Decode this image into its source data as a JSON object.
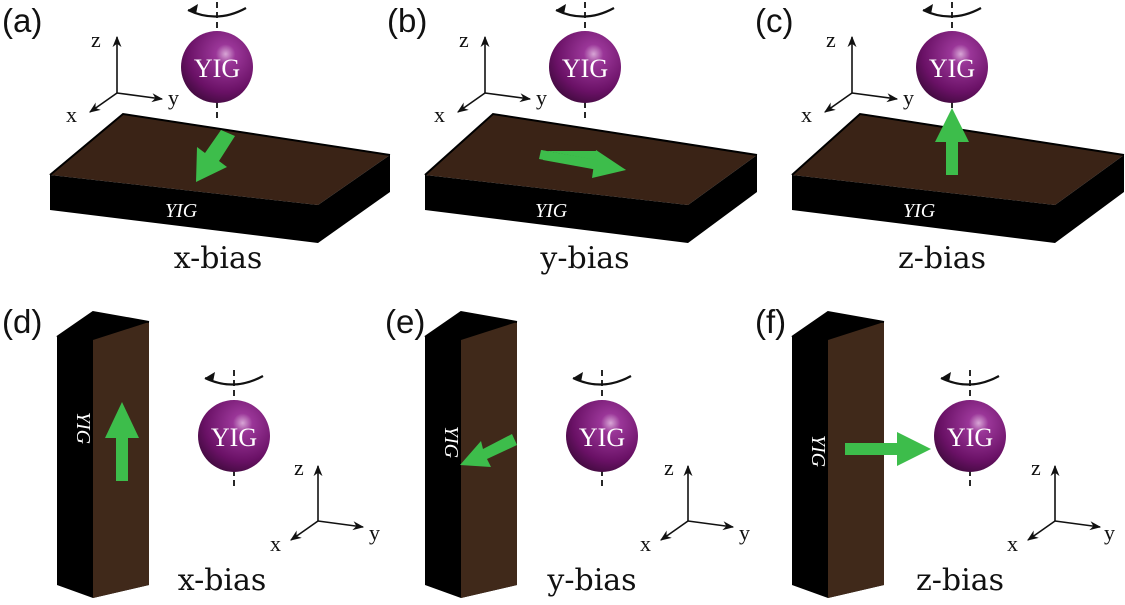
{
  "colors": {
    "slab_top": "#3a2316",
    "slab_side": "#000000",
    "slab_face": "#40291a",
    "sphere": "#7a1a78",
    "arrow": "#3dbd4b"
  },
  "panels": [
    {
      "id": "a",
      "label": "(a)",
      "caption": "x-bias",
      "slab_text": "YIG",
      "sphere_text": "YIG",
      "bias": "x"
    },
    {
      "id": "b",
      "label": "(b)",
      "caption": "y-bias",
      "slab_text": "YIG",
      "sphere_text": "YIG",
      "bias": "y"
    },
    {
      "id": "c",
      "label": "(c)",
      "caption": "z-bias",
      "slab_text": "YIG",
      "sphere_text": "YIG",
      "bias": "z"
    },
    {
      "id": "d",
      "label": "(d)",
      "caption": "x-bias",
      "slab_text": "YIG",
      "sphere_text": "YIG",
      "bias": "x"
    },
    {
      "id": "e",
      "label": "(e)",
      "caption": "y-bias",
      "slab_text": "YIG",
      "sphere_text": "YIG",
      "bias": "y"
    },
    {
      "id": "f",
      "label": "(f)",
      "caption": "z-bias",
      "slab_text": "YIG",
      "sphere_text": "YIG",
      "bias": "z"
    }
  ],
  "axes": {
    "x": "x",
    "y": "y",
    "z": "z"
  }
}
